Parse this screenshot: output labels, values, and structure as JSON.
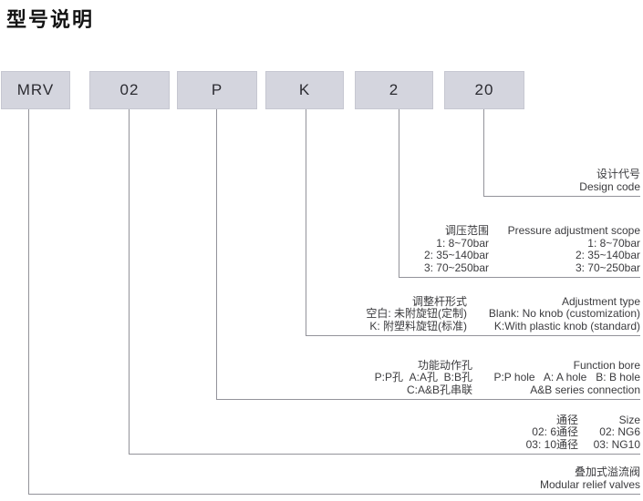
{
  "title": "型号说明",
  "model_boxes": [
    {
      "label": "MRV"
    },
    {
      "label": "02"
    },
    {
      "label": "P"
    },
    {
      "label": "K"
    },
    {
      "label": "2"
    },
    {
      "label": "20"
    }
  ],
  "sections": [
    {
      "name": "design_code",
      "title_cn": "设计代号",
      "title_en": "Design code",
      "rows": []
    },
    {
      "name": "pressure_adjustment_scope",
      "title_cn": "调压范围",
      "title_en": "Pressure adjustment scope",
      "rows": [
        {
          "cn": "1: 8~70bar",
          "en": "1: 8~70bar"
        },
        {
          "cn": "2: 35~140bar",
          "en": "2: 35~140bar"
        },
        {
          "cn": "3: 70~250bar",
          "en": "3: 70~250bar"
        }
      ]
    },
    {
      "name": "adjustment_type",
      "title_cn": "调整杆形式",
      "title_en": "Adjustment type",
      "rows": [
        {
          "cn": "空白: 未附旋钮(定制)",
          "en": "Blank: No knob (customization)"
        },
        {
          "cn": "K: 附塑料旋钮(标准)",
          "en": "K:With plastic knob (standard)"
        }
      ]
    },
    {
      "name": "function_bore",
      "title_cn": "功能动作孔",
      "title_en": "Function bore",
      "rows": [
        {
          "cn": "P:P孔  A:A孔  B:B孔",
          "en": "P:P hole   A: A hole   B: B hole"
        },
        {
          "cn": "C:A&B孔串联",
          "en": "A&B series connection"
        }
      ]
    },
    {
      "name": "size",
      "title_cn": "通径",
      "title_en": "Size",
      "rows": [
        {
          "cn": "02: 6通径",
          "en": "02: NG6"
        },
        {
          "cn": "03: 10通径",
          "en": "03: NG10"
        }
      ]
    },
    {
      "name": "product_name",
      "title_cn": "叠加式溢流阀",
      "title_en": "Modular relief valves",
      "rows": []
    }
  ],
  "colors": {
    "box_fill": "#d4d5de",
    "box_border": "#c6c7d1",
    "line": "#93939a",
    "text": "#3b3b3e",
    "title_text": "#141414",
    "background": "#ffffff"
  }
}
